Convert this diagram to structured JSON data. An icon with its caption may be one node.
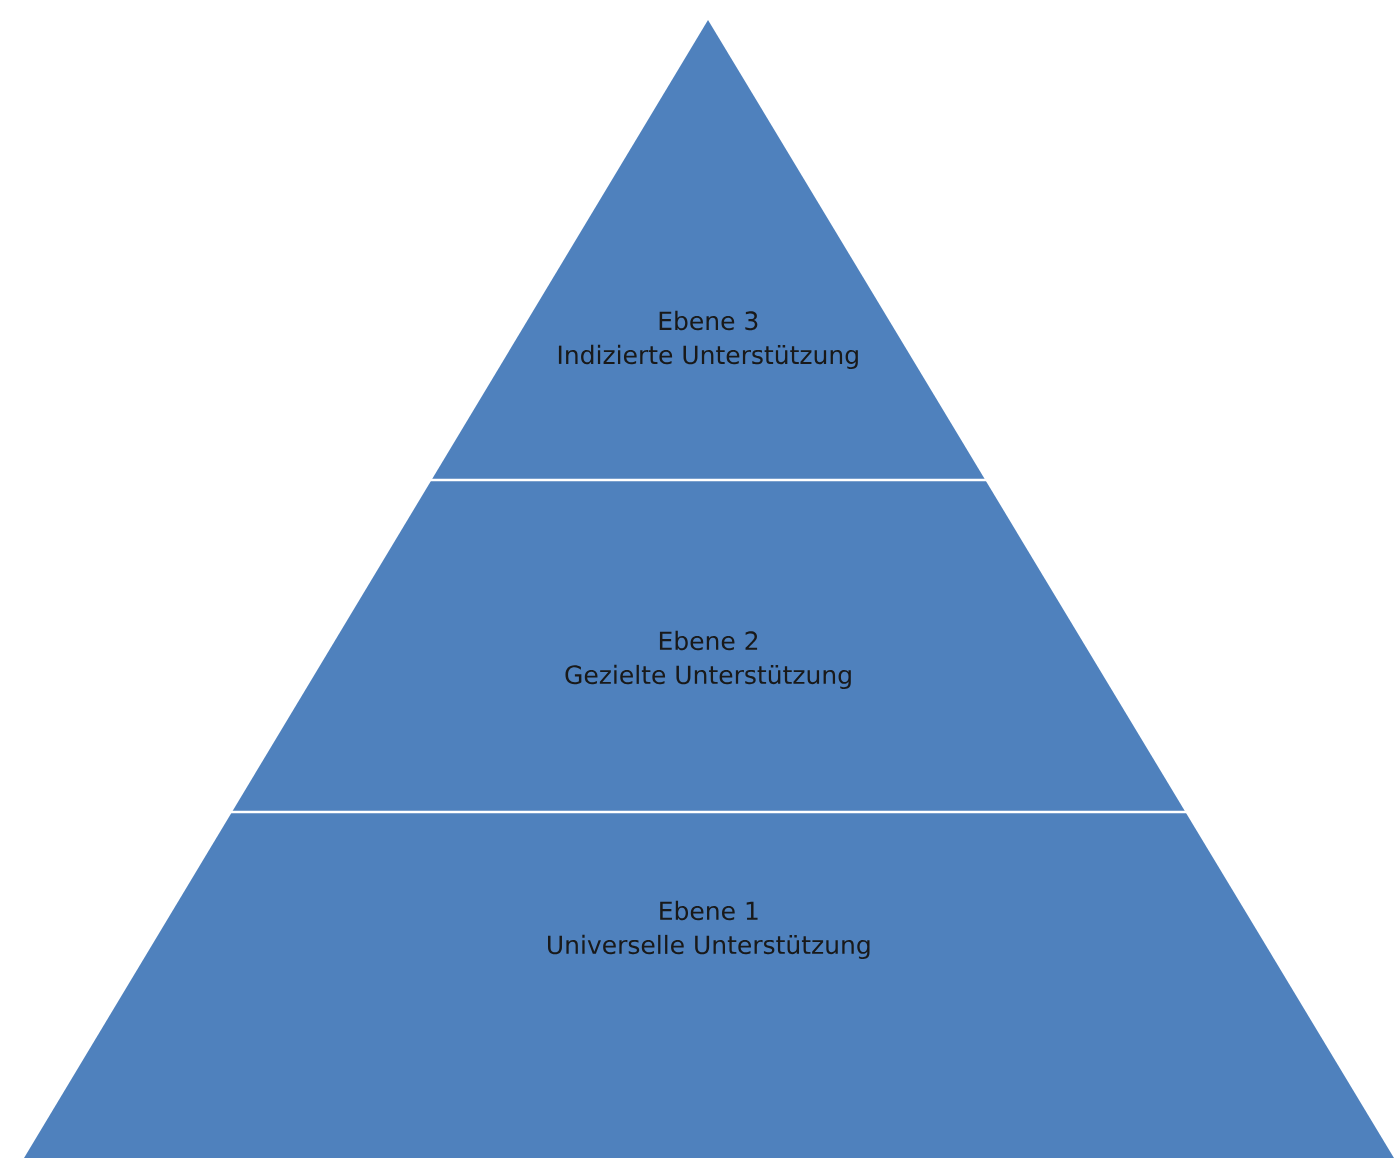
{
  "diagram": {
    "nodes": [
      {
        "text": [
          "Ebene 3",
          "Indizierte Unterstützung"
        ]
      },
      {
        "text": [
          "Ebene 2",
          "Gezielte Unterstützung"
        ]
      },
      {
        "text": [
          "Ebene 1",
          "Universelle Unterstützung"
        ]
      }
    ]
  }
}
